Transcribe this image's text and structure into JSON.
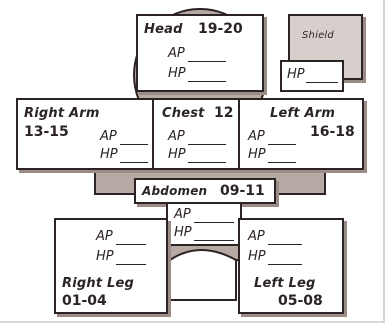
{
  "head": {
    "label": "Head",
    "range": "19-20",
    "ap": "AP",
    "hp": "HP"
  },
  "shield": {
    "label": "Shield",
    "hp": "HP"
  },
  "right_arm": {
    "label": "Right Arm",
    "range": "13-15",
    "ap": "AP",
    "hp": "HP"
  },
  "chest": {
    "label": "Chest",
    "range": "12",
    "ap": "AP",
    "hp": "HP"
  },
  "left_arm": {
    "label": "Left Arm",
    "range": "16-18",
    "ap": "AP",
    "hp": "HP"
  },
  "abdomen": {
    "label": "Abdomen",
    "range": "09-11",
    "ap": "AP",
    "hp": "HP"
  },
  "right_leg": {
    "label": "Right Leg",
    "range": "01-04",
    "ap": "AP",
    "hp": "HP"
  },
  "left_leg": {
    "label": "Left Leg",
    "range": "05-08",
    "ap": "AP",
    "hp": "HP"
  },
  "colors": {
    "outline": "#2c2424",
    "body_fill": "#b7aaa5",
    "shadow": "#9c8c87",
    "shield_fill": "#d7cfcc"
  }
}
